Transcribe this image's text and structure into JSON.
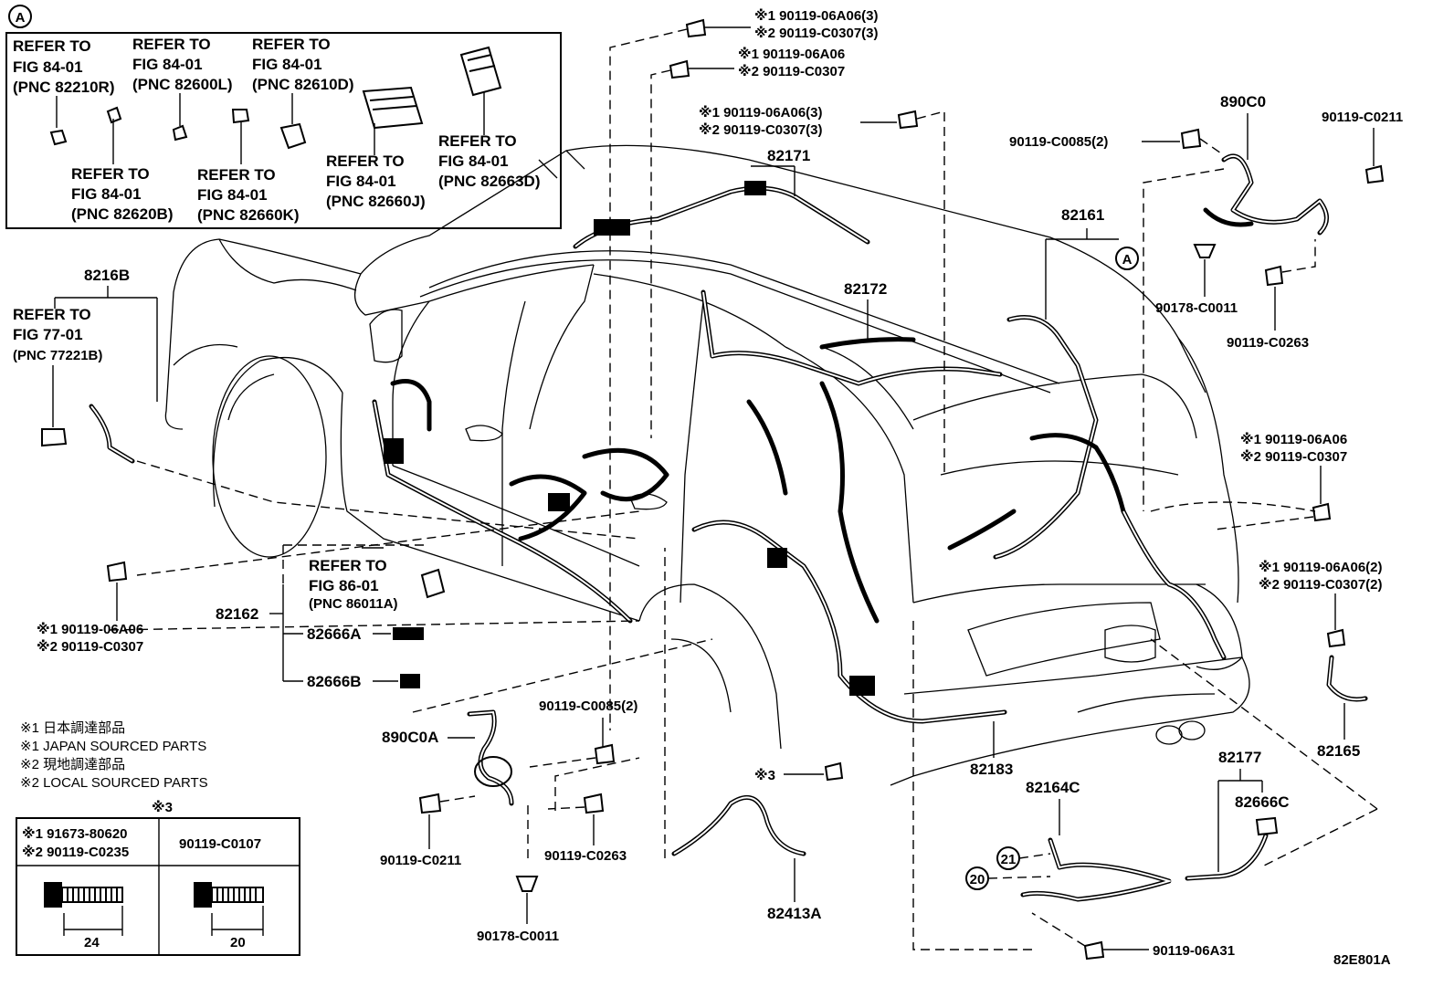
{
  "inset_a": {
    "circle_label": "A",
    "refs": [
      {
        "l1": "REFER TO",
        "l2": "FIG 84-01",
        "l3": "(PNC 82210R)"
      },
      {
        "l1": "REFER TO",
        "l2": "FIG 84-01",
        "l3": "(PNC 82600L)"
      },
      {
        "l1": "REFER TO",
        "l2": "FIG 84-01",
        "l3": "(PNC 82610D)"
      },
      {
        "l1": "REFER TO",
        "l2": "FIG 84-01",
        "l3": "(PNC 82620B)"
      },
      {
        "l1": "REFER TO",
        "l2": "FIG 84-01",
        "l3": "(PNC 82660K)"
      },
      {
        "l1": "REFER TO",
        "l2": "FIG 84-01",
        "l3": "(PNC 82660J)"
      },
      {
        "l1": "REFER TO",
        "l2": "FIG 84-01",
        "l3": "(PNC 82663D)"
      }
    ]
  },
  "refer_77": {
    "part": "8216B",
    "l1": "REFER TO",
    "l2": "FIG 77-01",
    "l3": "(PNC 77221B)"
  },
  "refer_86": {
    "l1": "REFER TO",
    "l2": "FIG 86-01",
    "l3": "(PNC 86011A)"
  },
  "labels": {
    "top1_a": "※1 90119-06A06(3)",
    "top1_b": "※2 90119-C0307(3)",
    "top2_a": "※1 90119-06A06",
    "top2_b": "※2 90119-C0307",
    "top3_a": "※1 90119-06A06(3)",
    "top3_b": "※2 90119-C0307(3)",
    "p82171": "82171",
    "p82172": "82172",
    "p82161": "82161",
    "circleA": "A",
    "p890C0": "890C0",
    "p90119_C0211_top": "90119-C0211",
    "p90119_C0085_top": "90119-C0085(2)",
    "p90178_C0011_top": "90178-C0011",
    "p90119_C0263_top": "90119-C0263",
    "right1_a": "※1 90119-06A06",
    "right1_b": "※2 90119-C0307",
    "right2_a": "※1 90119-06A06(2)",
    "right2_b": "※2 90119-C0307(2)",
    "p82165": "82165",
    "p82177": "82177",
    "p82666C": "82666C",
    "p82164C": "82164C",
    "p82183": "82183",
    "c21": "21",
    "c20": "20",
    "p90119_06A31": "90119-06A31",
    "p82413A": "82413A",
    "mark3": "※3",
    "left_a": "※1 90119-06A06",
    "left_b": "※2 90119-C0307",
    "p82162": "82162",
    "p82666A": "82666A",
    "p82666B": "82666B",
    "p890C0A": "890C0A",
    "p90119_C0085_bot": "90119-C0085(2)",
    "p90119_C0211_bot": "90119-C0211",
    "p90119_C0263_bot": "90119-C0263",
    "p90178_C0011_bot": "90178-C0011",
    "code": "82E801A"
  },
  "legend": [
    "※1 日本調達部品",
    "※1 JAPAN SOURCED PARTS",
    "※2 現地調達部品",
    "※2 LOCAL SOURCED PARTS"
  ],
  "bolt_table": {
    "title": "※3",
    "c1_a": "※1 91673-80620",
    "c1_b": "※2 90119-C0235",
    "c2": "90119-C0107",
    "dim1": "24",
    "dim2": "20"
  }
}
